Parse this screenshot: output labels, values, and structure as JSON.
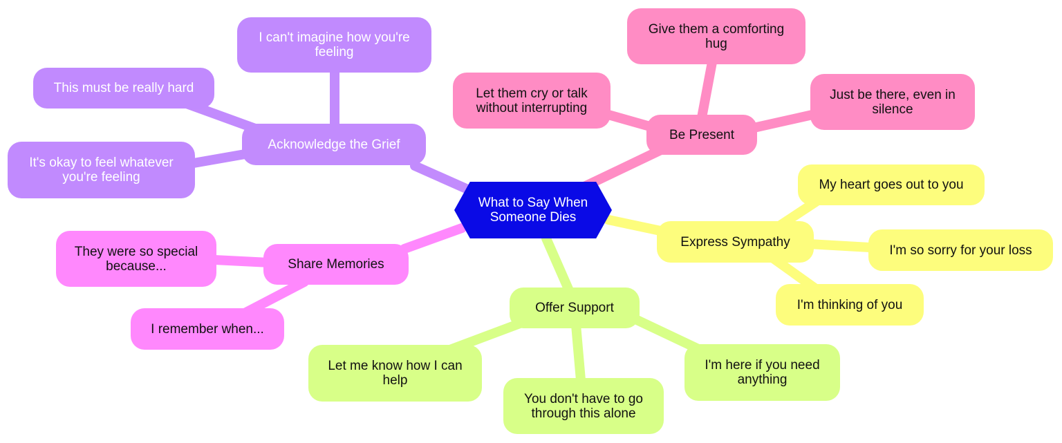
{
  "colors": {
    "central": "#0a0ae6",
    "acknowledge": "#c28bfd",
    "be_present": "#ff8cc4",
    "express_sympathy": "#fdfd7d",
    "offer_support": "#d8ff88",
    "share_memories": "#ff88fd"
  },
  "central": "What to Say When Someone Dies",
  "branches": {
    "acknowledge": {
      "label": "Acknowledge the Grief",
      "leaves": [
        "I can't imagine how you're feeling",
        "This must be really hard",
        "It's okay to feel whatever you're feeling"
      ]
    },
    "be_present": {
      "label": "Be Present",
      "leaves": [
        "Give them a comforting hug",
        "Let them cry or talk without interrupting",
        "Just be there, even in silence"
      ]
    },
    "express_sympathy": {
      "label": "Express Sympathy",
      "leaves": [
        "My heart goes out to you",
        "I'm so sorry for your loss",
        "I'm thinking of you"
      ]
    },
    "offer_support": {
      "label": "Offer Support",
      "leaves": [
        "Let me know how I can help",
        "You don't have to go through this alone",
        "I'm here if you need anything"
      ]
    },
    "share_memories": {
      "label": "Share Memories",
      "leaves": [
        "They were so special because...",
        "I remember when..."
      ]
    }
  }
}
